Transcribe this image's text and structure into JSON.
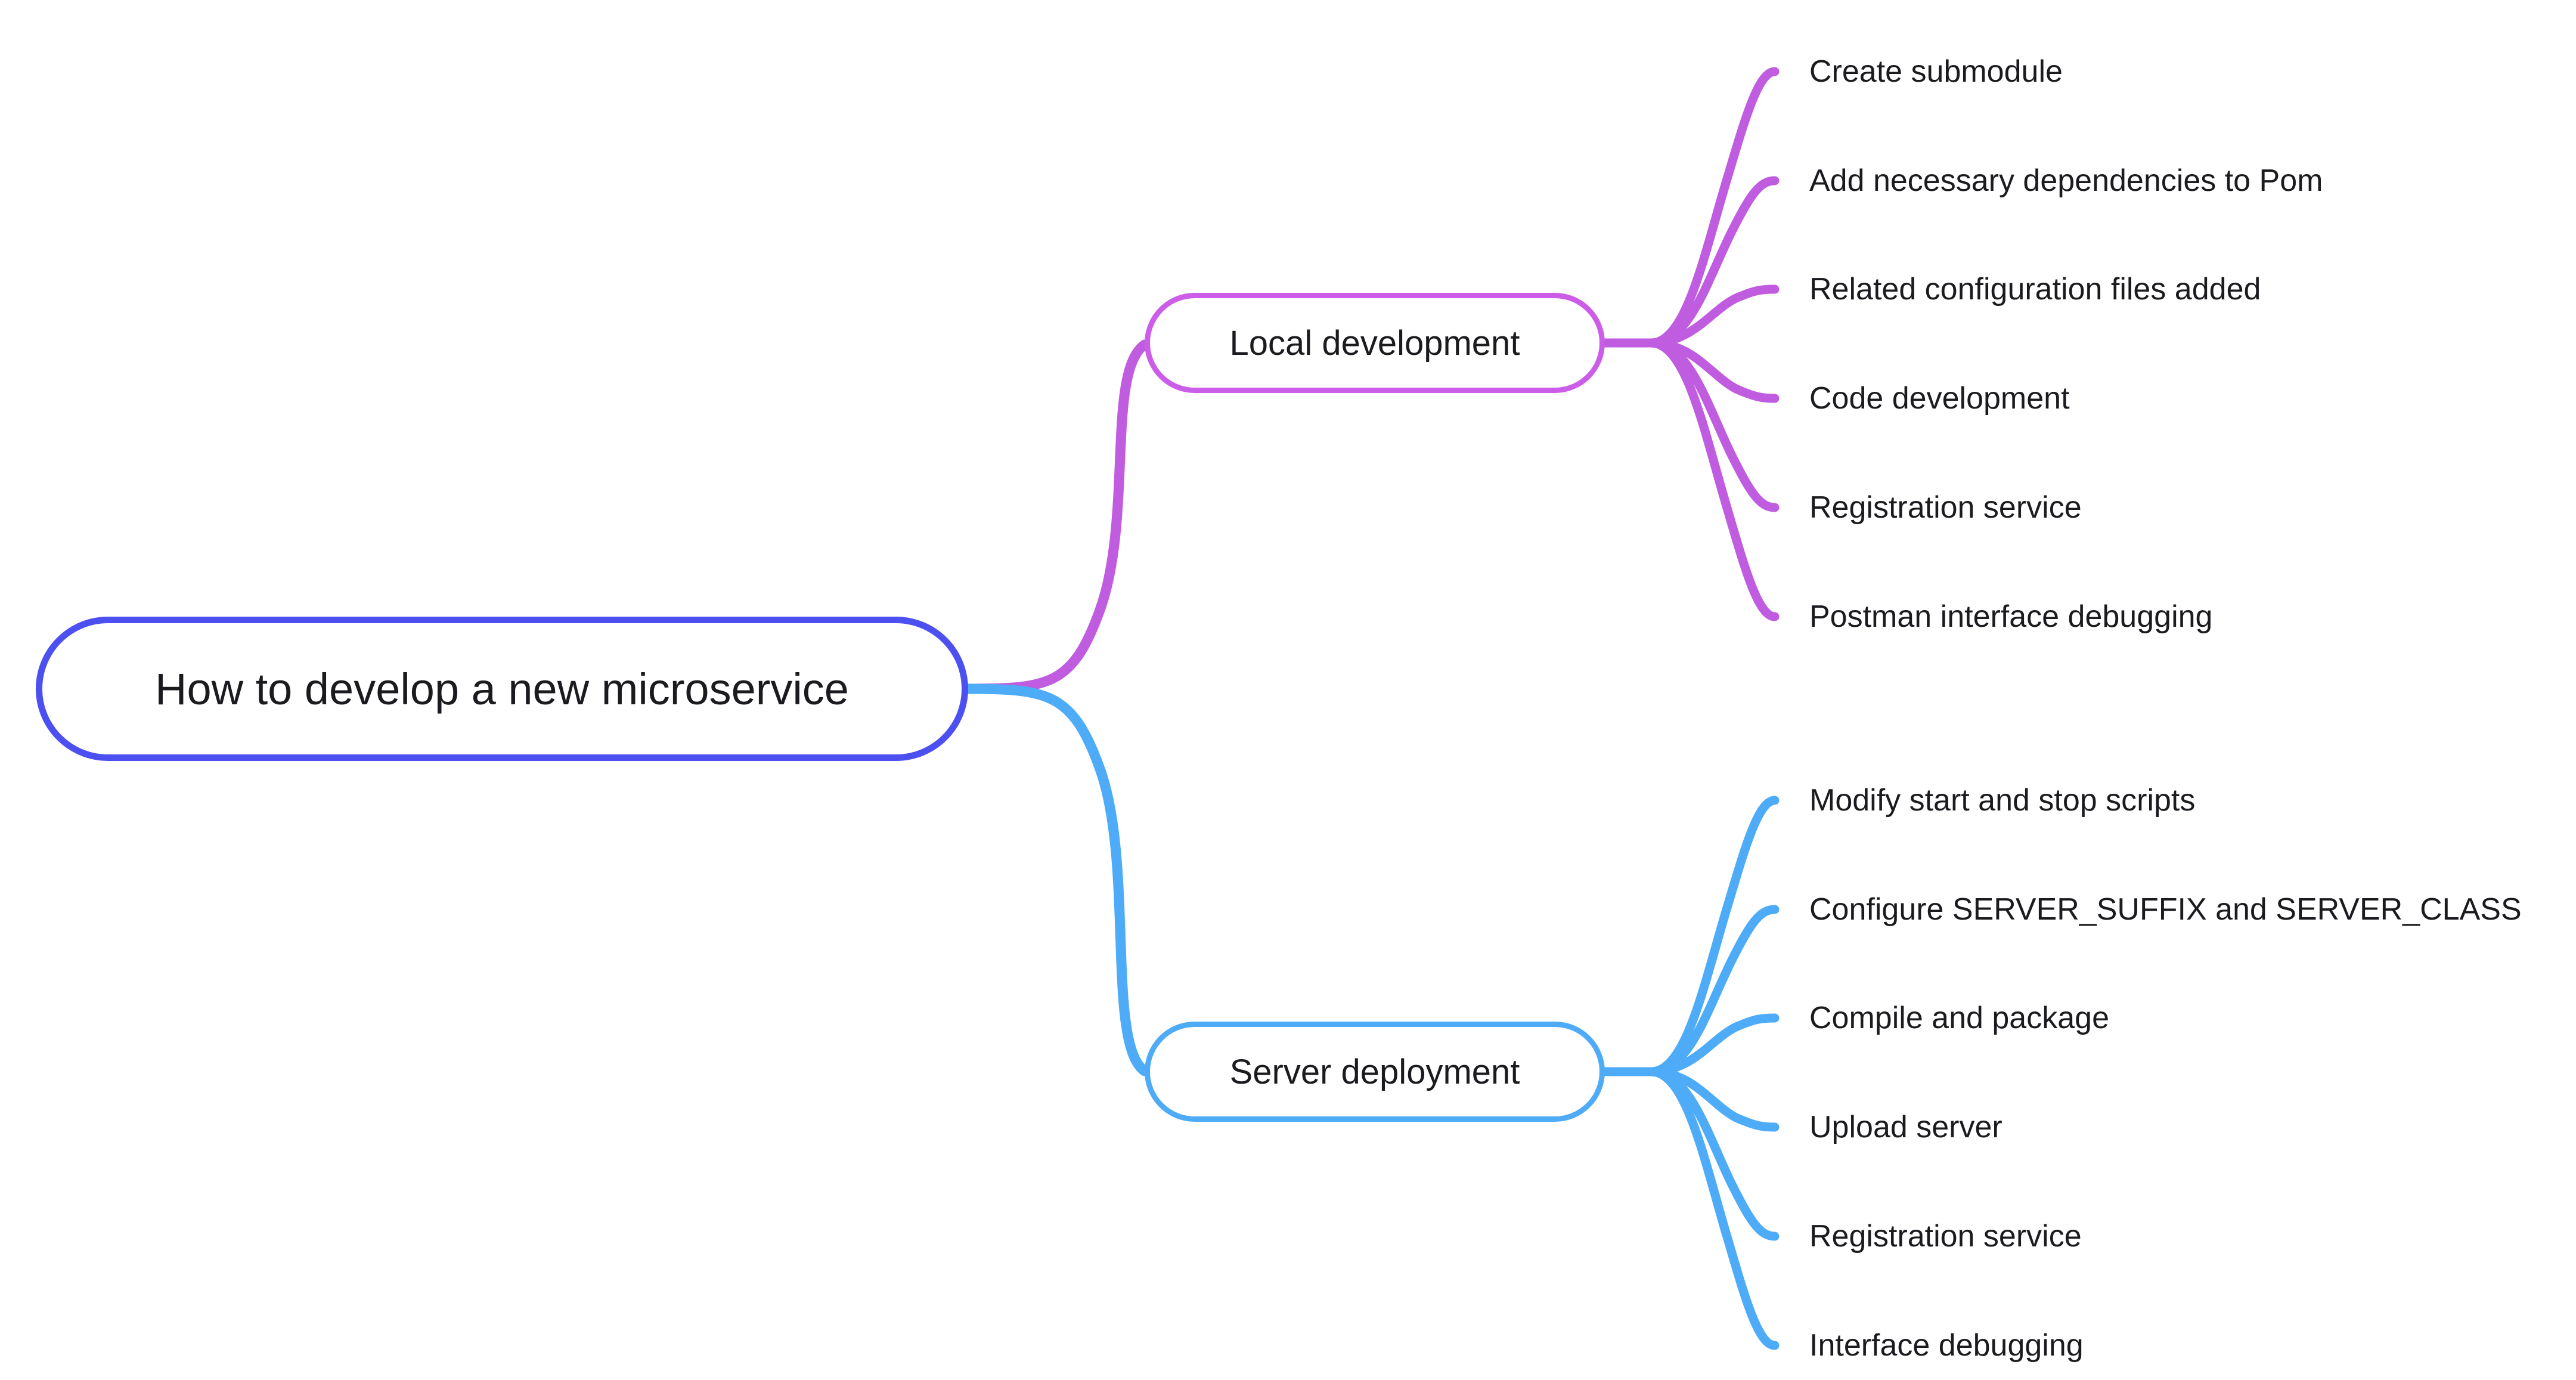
{
  "diagram": {
    "type": "mindmap",
    "orientation": "left-to-right",
    "background": "#ffffff",
    "text_color": "#1b1b1f"
  },
  "root": {
    "label": "How to develop a new microservice",
    "color": "#4c50f0"
  },
  "branches": [
    {
      "id": "local-development",
      "label": "Local development",
      "color": "#cc5de8",
      "children": [
        {
          "label": "Create submodule"
        },
        {
          "label": "Add necessary dependencies to Pom"
        },
        {
          "label": "Related configuration files added"
        },
        {
          "label": "Code development"
        },
        {
          "label": "Registration service"
        },
        {
          "label": "Postman interface debugging"
        }
      ]
    },
    {
      "id": "server-deployment",
      "label": "Server deployment",
      "color": "#4dabf7",
      "children": [
        {
          "label": "Modify start and stop scripts"
        },
        {
          "label": "Configure SERVER_SUFFIX and SERVER_CLASS"
        },
        {
          "label": "Compile and package"
        },
        {
          "label": "Upload server"
        },
        {
          "label": "Registration service"
        },
        {
          "label": "Interface debugging"
        }
      ]
    }
  ]
}
